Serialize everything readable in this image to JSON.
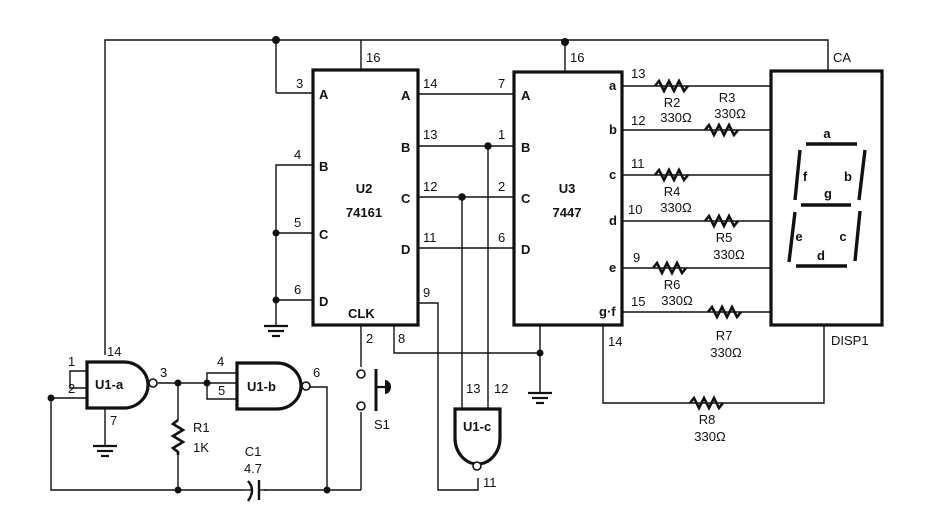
{
  "diagram": {
    "type": "schematic",
    "title": "",
    "components": {
      "U1a": {
        "ref": "U1-a",
        "pins": {
          "in1": "1",
          "in2": "2",
          "out": "3",
          "vcc": "14",
          "gnd": "7"
        }
      },
      "U1b": {
        "ref": "U1-b",
        "pins": {
          "in1": "4",
          "in2": "5",
          "out": "6"
        }
      },
      "U1c": {
        "ref": "U1-c",
        "pins": {
          "in1": "13",
          "in2": "12",
          "out": "11"
        }
      },
      "U2": {
        "ref": "U2",
        "part": "74161",
        "left_pins": [
          {
            "name": "A",
            "num": "3"
          },
          {
            "name": "B",
            "num": "4"
          },
          {
            "name": "C",
            "num": "5"
          },
          {
            "name": "D",
            "num": "6"
          }
        ],
        "right_pins": [
          {
            "name": "A",
            "num": "14"
          },
          {
            "name": "B",
            "num": "13"
          },
          {
            "name": "C",
            "num": "12"
          },
          {
            "name": "D",
            "num": "11"
          }
        ],
        "vcc": "16",
        "clk_label": "CLK",
        "clk_pin": "2",
        "gnd_pin": "8",
        "clr_pin": "9"
      },
      "U3": {
        "ref": "U3",
        "part": "7447",
        "left_pins": [
          {
            "name": "A",
            "num": "7"
          },
          {
            "name": "B",
            "num": "1"
          },
          {
            "name": "C",
            "num": "2"
          },
          {
            "name": "D",
            "num": "6"
          }
        ],
        "right_pins": [
          {
            "name": "a",
            "num": "13"
          },
          {
            "name": "b",
            "num": "12"
          },
          {
            "name": "c",
            "num": "11"
          },
          {
            "name": "d",
            "num": "10"
          },
          {
            "name": "e",
            "num": "9"
          },
          {
            "name": "g·f",
            "num": "15"
          }
        ],
        "vcc": "16",
        "extra_pin": "14"
      },
      "R1": {
        "ref": "R1",
        "value": "1K"
      },
      "C1": {
        "ref": "C1",
        "value": "4.7"
      },
      "S1": {
        "ref": "S1"
      },
      "resistors": [
        {
          "ref": "R2",
          "value": "330Ω"
        },
        {
          "ref": "R3",
          "value": "330Ω"
        },
        {
          "ref": "R4",
          "value": "330Ω"
        },
        {
          "ref": "R5",
          "value": "330Ω"
        },
        {
          "ref": "R6",
          "value": "330Ω"
        },
        {
          "ref": "R7",
          "value": "330Ω"
        },
        {
          "ref": "R8",
          "value": "330Ω"
        }
      ],
      "DISP1": {
        "ref": "DISP1",
        "common": "CA",
        "segments": [
          "a",
          "b",
          "c",
          "d",
          "e",
          "f",
          "g"
        ]
      }
    }
  }
}
